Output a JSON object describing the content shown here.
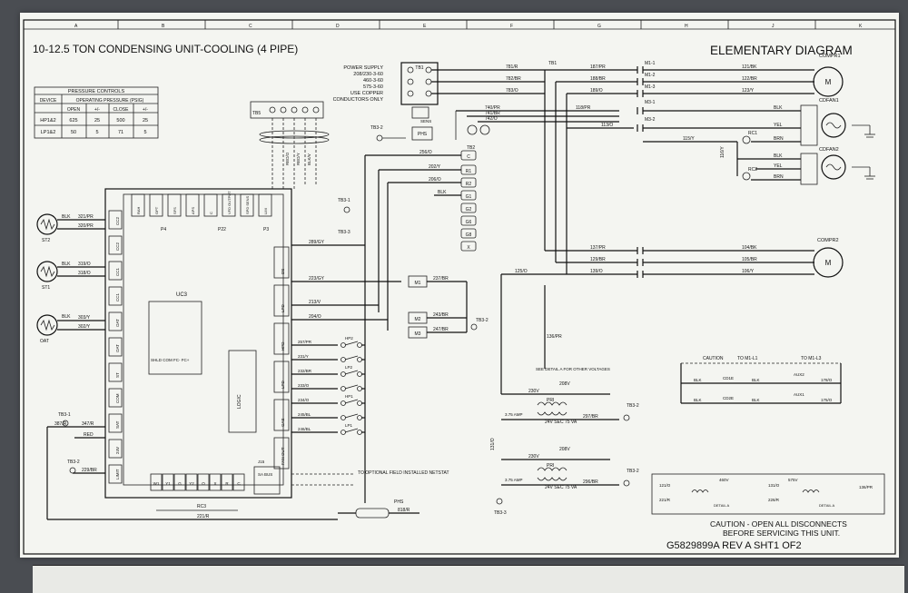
{
  "header": {
    "title": "10-12.5 TON CONDENSING UNIT-COOLING (4 PIPE)",
    "diagram_type": "ELEMENTARY DIAGRAM",
    "grid_letters": [
      "A",
      "B",
      "C",
      "D",
      "E",
      "F",
      "G",
      "H",
      "J",
      "K"
    ]
  },
  "pressure_table": {
    "caption": "PRESSURE CONTROLS",
    "col_device": "DEVICE",
    "col_group": "OPERATING PRESSURE (PSIG)",
    "subcols": [
      "OPEN",
      "+/-",
      "CLOSE",
      "+/-"
    ],
    "rows": [
      {
        "device": "HP1&2",
        "open": "625",
        "pm1": "25",
        "close": "500",
        "pm2": "25"
      },
      {
        "device": "LP1&2",
        "open": "50",
        "pm1": "5",
        "close": "71",
        "pm2": "5"
      }
    ]
  },
  "power_supply": {
    "lines": [
      "POWER SUPPLY",
      "208/230-3-60",
      "460-3-60",
      "575-3-60",
      "USE COPPER",
      "CONDUCTORS ONLY"
    ],
    "block": "TB1",
    "wires": [
      "781/R",
      "782/BR",
      "783/O"
    ]
  },
  "contactors": {
    "k1": [
      "M1-1",
      "M1-2",
      "M1-3"
    ],
    "k1_wires_in": [
      "187/PR",
      "188/BR",
      "189/O"
    ],
    "k1_wires_out": [
      "121/BK",
      "122/BR",
      "123/Y"
    ],
    "compr1": "COMPR1",
    "cdfan1": "CDFAN1",
    "cdfan2": "CDFAN2",
    "m3": [
      "M3-1",
      "M3-2"
    ],
    "fan_wires": [
      "118/PR",
      "113/O",
      "115/Y"
    ],
    "fan_leads": [
      "BLK",
      "YEL",
      "BRN"
    ],
    "rc1": "RC1",
    "rc2": "RC2",
    "k2_wires_in": [
      "137/PR",
      "129/BR",
      "139/O"
    ],
    "k2_wires_out": [
      "104/BK",
      "105/BR",
      "106/Y"
    ],
    "compr2": "COMPR2",
    "misc_wires": [
      "740/PR",
      "741/BR",
      "742/O",
      "111/O",
      "125/O",
      "136/PR",
      "115/Y",
      "116/Y"
    ]
  },
  "tb_blocks": {
    "tb2": "TB2",
    "tb2_terminals": [
      "C",
      "R1",
      "R2",
      "G1",
      "G2",
      "G6",
      "G8",
      "X"
    ],
    "tb2_wires": [
      "256/O",
      "202/Y",
      "206/O",
      "BLK"
    ],
    "tb3_1": "TB3-1",
    "tb3_2": "TB3-2",
    "tb3_3": "TB3-3",
    "tb5": "TB5",
    "phs": "PHS",
    "sens": "SENS",
    "tb5_wires": [
      "RED/O",
      "RED/Y",
      "BLK/V"
    ]
  },
  "sensors": {
    "st2": "ST2",
    "st1": "ST1",
    "oat": "OAT",
    "leads": [
      "BLK",
      "BLK",
      "BLK"
    ],
    "wires": [
      "321/PR",
      "320/PR",
      "319/O",
      "318/O",
      "303/Y",
      "302/Y"
    ]
  },
  "controller": {
    "left_labels": [
      "CC2",
      "CC2",
      "CC1",
      "CC1",
      "OAT",
      "OAT",
      "ST",
      "COM",
      "SAT",
      "24V",
      "LIMIT"
    ],
    "top_labels": [
      "RAH",
      "OPT",
      "SFS",
      "APS",
      "C",
      "VFD OUTPUT",
      "SPD SENS",
      "LIM"
    ],
    "p_labels": [
      "P4",
      "P22",
      "P3"
    ],
    "uc3": "UC3",
    "shld": "SHLD COM FC- FC+",
    "logic": "LOGIC",
    "bottom_labels": [
      "W1",
      "Y1",
      "G",
      "Y2",
      "O",
      "X",
      "R",
      "C"
    ],
    "sa_bus": "SA BUS",
    "j15": "J15",
    "right_labels": [
      "DS",
      "LPD",
      "HPD",
      "LPD",
      "GAS",
      "FAN OUT"
    ],
    "wires": [
      "289/GY",
      "223/GY",
      "213/V",
      "204/O",
      "257/PR",
      "231/Y",
      "232/BR",
      "233/O",
      "234/O",
      "245/BL",
      "246/BL"
    ]
  },
  "relays": {
    "m1": "M1",
    "m2": "M2",
    "m3": "M3",
    "wires": [
      "237/BR",
      "243/BR",
      "247/BR"
    ],
    "hp2": "HP2",
    "lp2": "LP2",
    "hp1": "HP1",
    "lp1": "LP1"
  },
  "bottom_left": {
    "w1": "347/R",
    "w2": "387/R",
    "w3": "RED",
    "w4": "229/BR",
    "w5": "221/R",
    "tb3_2": "TB3-2",
    "rc3": "RC3",
    "optional_note": "TO OPTIONAL FIELD INSTALLED NETSTAT",
    "phs2": "PHS",
    "wire_out": "818/R"
  },
  "transformers": {
    "note": "SEE DETAIL A FOR OTHER VOLTAGES",
    "upper": {
      "pri": "PRI",
      "v1": "230V",
      "v2": "208V",
      "sec": "24V SEC 75 VA",
      "fuse": "3.75 AMP",
      "wire": "297/BR"
    },
    "lower": {
      "pri": "PRI",
      "v1": "230V",
      "v2": "208V",
      "sec": "24V SEC 75 VA",
      "fuse": "3.75 AMP",
      "wire": "296/BR"
    },
    "tb3_2": "TB3-2",
    "tb3_3": "TB3-3",
    "side": [
      "131/O",
      "121/O"
    ]
  },
  "caution_box": {
    "caution": "CAUTION",
    "to_m1_l1": "TO M1-L1",
    "to_m1_l3": "TO M1-L3",
    "cd1": "CD1E",
    "cd2": "CD2E",
    "aux2": "AUX2",
    "aux1": "AUX1",
    "lead": "BLK",
    "w1": "178/O",
    "w2": "175/O"
  },
  "detail_a": {
    "left": [
      "121/O",
      "221/R",
      "131/O"
    ],
    "right": [
      "131/O",
      "226/R",
      "136/PR"
    ],
    "v_left": [
      "460V",
      "575V"
    ],
    "label": "DETAIL A",
    "fuse": "3.75 AMP"
  },
  "footer": {
    "warning_1": "CAUTION - OPEN ALL DISCONNECTS",
    "warning_2": "BEFORE SERVICING THIS UNIT.",
    "drawing_no": "G5829899A REV A SHT1 OF2"
  }
}
